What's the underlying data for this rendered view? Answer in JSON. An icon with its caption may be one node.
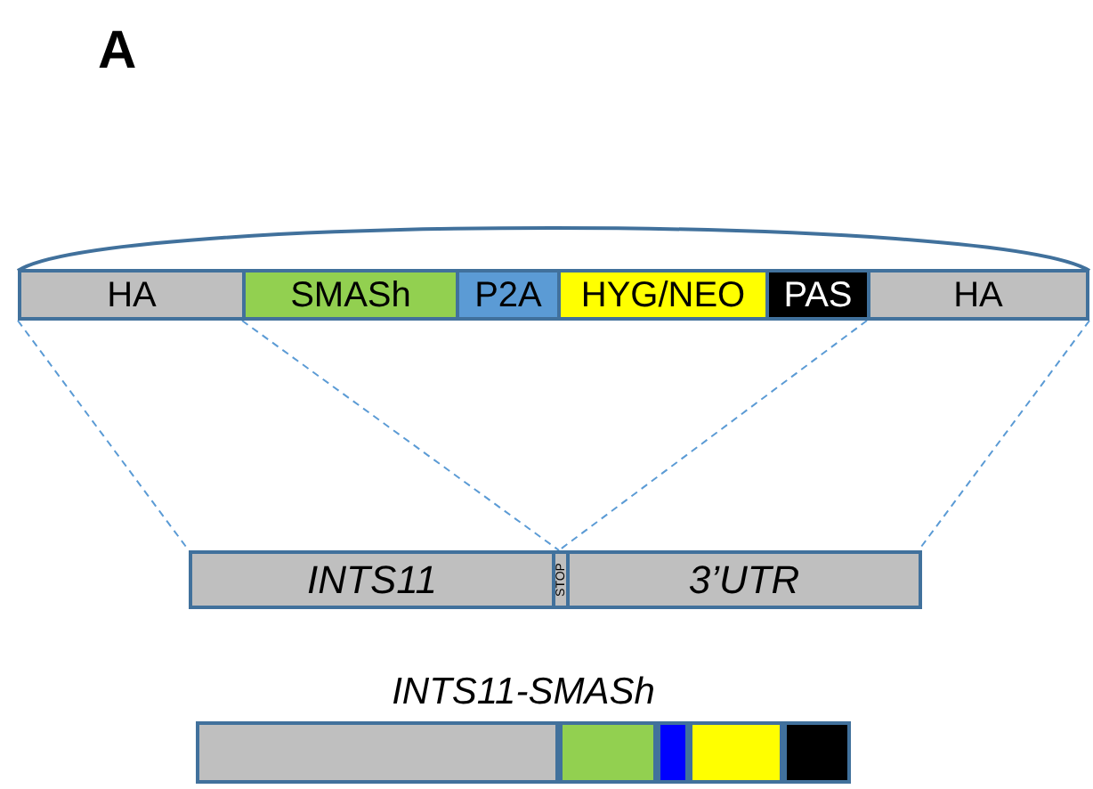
{
  "diagram": {
    "nodes": [
      {
        "text": [
          "HA"
        ]
      },
      {
        "text": [
          "SMASh"
        ]
      },
      {
        "text": [
          "P2A"
        ]
      },
      {
        "text": [
          "HYG/NEO"
        ]
      },
      {
        "text": [
          "PAS"
        ]
      },
      {
        "text": [
          "HA"
        ]
      },
      {
        "text": [
          "INTS11"
        ]
      },
      {
        "text": [
          "STOP"
        ]
      },
      {
        "text": [
          "3’UTR"
        ]
      },
      {
        "text": [
          "INTS11-SMASh"
        ]
      },
      {
        "text": [],
        "shape": "box",
        "in": 9
      },
      {
        "text": [],
        "shape": "box",
        "in": 9
      },
      {
        "text": [],
        "shape": "box",
        "in": 9
      },
      {
        "text": [],
        "shape": "box",
        "in": 9
      },
      {
        "text": [],
        "shape": "box",
        "in": 9
      }
    ],
    "edges": [
      {
        "from": 0,
        "to": 6,
        "arrow": "none",
        "style": "dashed"
      },
      {
        "from": 1,
        "to": 7,
        "arrow": "none",
        "style": "dashed"
      },
      {
        "from": 4,
        "to": 7,
        "arrow": "none",
        "style": "dashed"
      },
      {
        "from": 5,
        "to": 8,
        "arrow": "none",
        "style": "dashed"
      }
    ],
    "labels": [
      "A"
    ]
  }
}
